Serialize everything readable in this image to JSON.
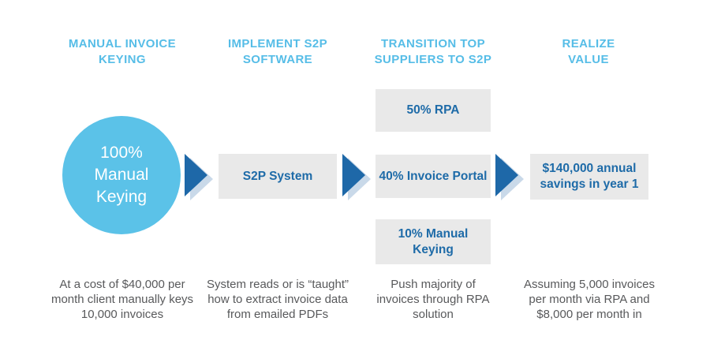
{
  "colors": {
    "header_light_blue": "#56BDE7",
    "circle_blue": "#5BC2E8",
    "node_text_dark_blue": "#1E6BA8",
    "node_box_gray": "#E9E9E9",
    "arrow_dark_blue": "#1E68A8",
    "arrow_shadow_blue": "#C9D9E9",
    "caption_gray": "#58595B"
  },
  "columns": [
    {
      "header": "MANUAL INVOICE\nKEYING",
      "node": {
        "type": "circle",
        "label": "100%\nManual\nKeying"
      },
      "caption": "At a cost of $40,000 per\nmonth client manually keys\n10,000 invoices"
    },
    {
      "header": "IMPLEMENT S2P\nSOFTWARE",
      "node": {
        "type": "box",
        "label": "S2P System"
      },
      "caption": "System reads or is “taught”\nhow to extract invoice data\nfrom emailed PDFs"
    },
    {
      "header": "TRANSITION TOP\nSUPPLIERS TO S2P",
      "nodes": [
        "50% RPA",
        "40% Invoice Portal",
        "10% Manual\nKeying"
      ],
      "caption": "Push majority of\ninvoices through RPA\nsolution"
    },
    {
      "header": "REALIZE\nVALUE",
      "node": {
        "type": "box",
        "label": "$140,000 annual\nsavings in year 1"
      },
      "caption": "Assuming 5,000 invoices\nper month via RPA and\n$8,000 per month in"
    }
  ]
}
